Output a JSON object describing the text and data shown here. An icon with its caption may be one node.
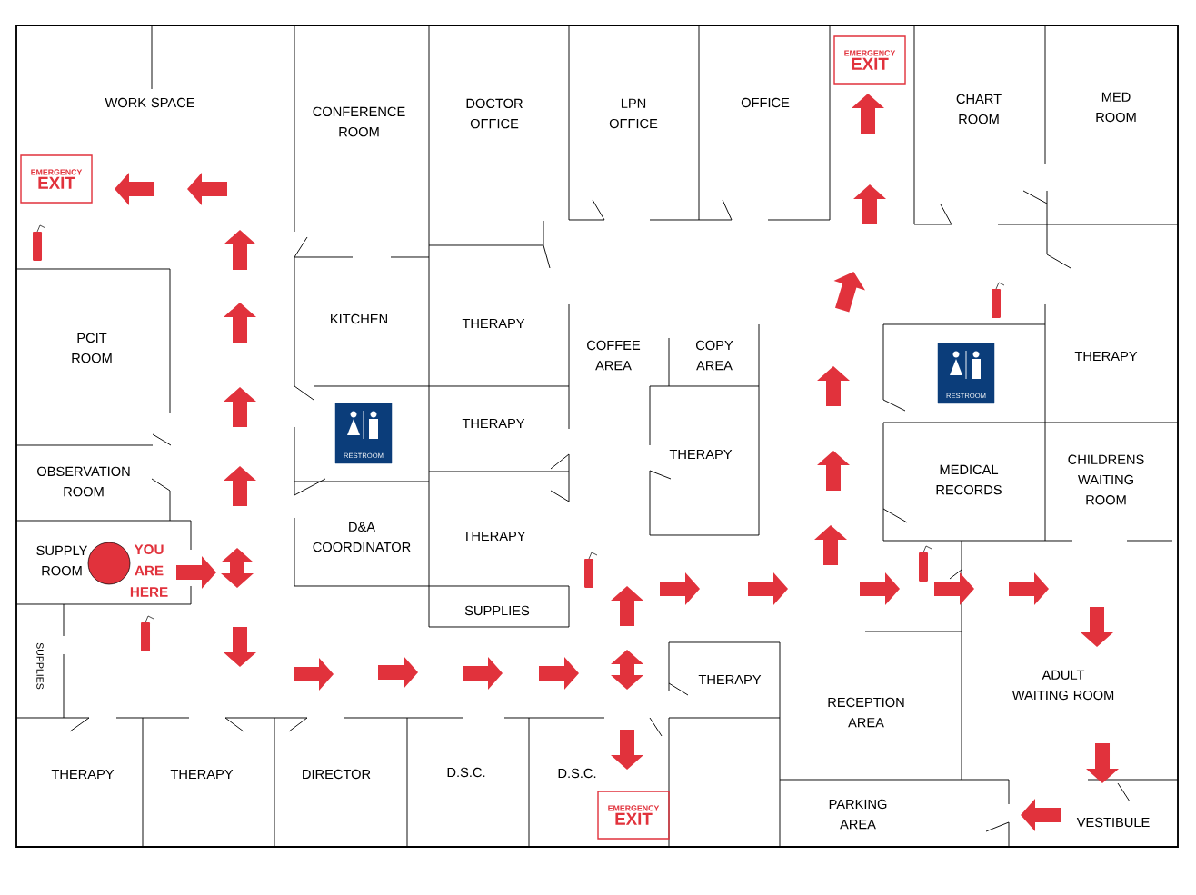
{
  "diagram": {
    "nodes": [
      {
        "text": [
          "EMERGENCY",
          "EXIT"
        ]
      },
      {
        "text": [
          "EMERGENCY",
          "EXIT"
        ]
      },
      {
        "text": [
          "EMERGENCY",
          "EXIT"
        ]
      },
      {
        "text": [
          "RESTROOM"
        ]
      },
      {
        "text": [
          "RESTROOM"
        ]
      }
    ],
    "labels": [
      "WORK SPACE",
      "CONFERENCE ROOM",
      "DOCTOR OFFICE",
      "LPN OFFICE",
      "OFFICE",
      "CHART ROOM",
      "MED ROOM",
      "KITCHEN",
      "THERAPY",
      "PCIT ROOM",
      "COFFEE AREA",
      "COPY AREA",
      "THERAPY",
      "THERAPY",
      "THERAPY",
      "OBSERVATION ROOM",
      "MEDICAL RECORDS",
      "CHILDRENS WAITING ROOM",
      "D&A COORDINATOR",
      "THERAPY",
      "SUPPLY ROOM",
      "YOU ARE HERE",
      "SUPPLIES",
      "SUPPLIES",
      "ADULT WAITING ROOM",
      "THERAPY",
      "RECEPTION AREA",
      "THERAPY",
      "THERAPY",
      "DIRECTOR",
      "D.S.C.",
      "D.S.C.",
      "PARKING AREA",
      "VESTIBULE"
    ]
  }
}
